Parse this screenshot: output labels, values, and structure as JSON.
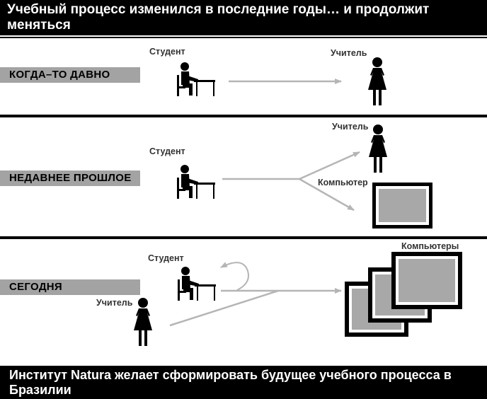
{
  "title": "Учебный процесс изменился в  последние годы… и  продолжит меняться",
  "footer": "Институт Natura желает сформировать будущее учебного процесса в  Бразилии",
  "sections": [
    {
      "stage": "КОГДА–ТО ДАВНО",
      "student": "Студент",
      "teacher": "Учитель"
    },
    {
      "stage": "НЕДАВНЕЕ ПРОШЛОЕ",
      "student": "Студент",
      "teacher": "Учитель",
      "computer": "Компьютер"
    },
    {
      "stage": "СЕГОДНЯ",
      "student": "Студент",
      "teacher": "Учитель",
      "computers": "Компьютеры"
    }
  ],
  "colors": {
    "banner": "#000000",
    "stage_bar": "#a3a3a3",
    "arrow": "#b5b5b5",
    "screen": "#a8a8a8"
  }
}
